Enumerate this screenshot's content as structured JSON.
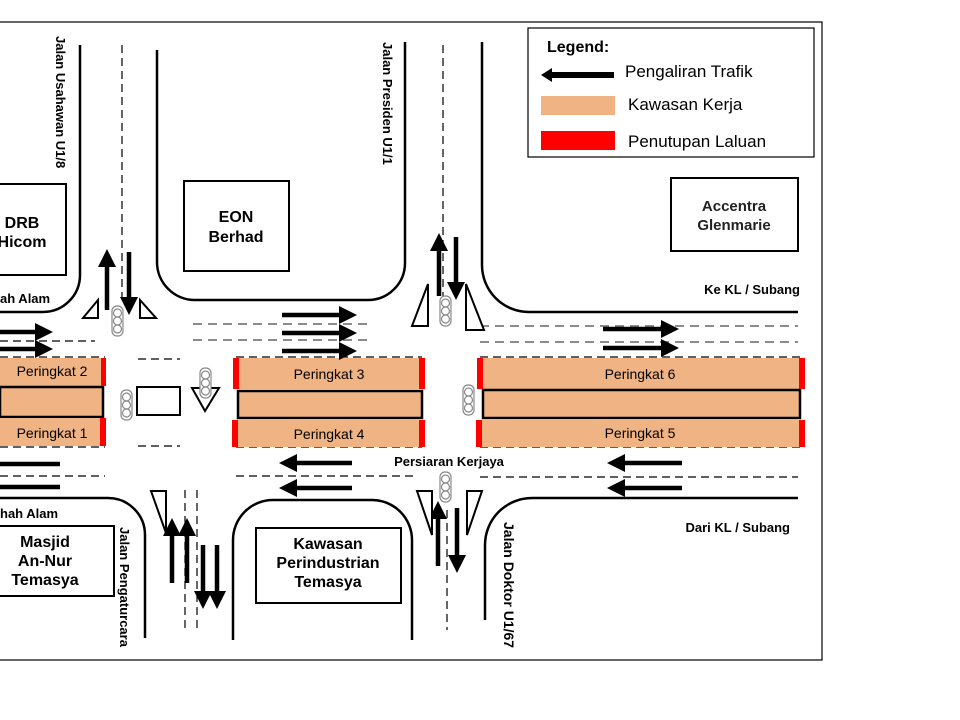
{
  "legend": {
    "title": "Legend:",
    "items": [
      {
        "label": "Pengaliran Trafik",
        "symbol": "arrow",
        "color": "#000000"
      },
      {
        "label": "Kawasan Kerja",
        "symbol": "fill",
        "color": "#F0B384"
      },
      {
        "label": "Penutupan Laluan",
        "symbol": "fill",
        "color": "#FF0000"
      }
    ]
  },
  "buildings": {
    "drb": [
      "DRB",
      "Hicom"
    ],
    "eon": [
      "EON",
      "Berhad"
    ],
    "accentra": [
      "Accentra",
      "Glenmarie"
    ],
    "masjid": [
      "Masjid",
      "An-Nur",
      "Temasya"
    ],
    "kawasan": [
      "Kawasan",
      "Perindustrian",
      "Temasya"
    ]
  },
  "roads": {
    "usahawan": "Jalan Usahawan U1/8",
    "presiden": "Jalan Presiden U1/1",
    "pengaturcara": "Jalan Pengaturcara",
    "doktor": "Jalan Doktor U1/67",
    "shah_alam_top": "ah Alam",
    "shah_alam_bottom": "hah Alam",
    "ke_kl": "Ke KL / Subang",
    "dari_kl": "Dari KL / Subang",
    "persiaran": "Persiaran Kerjaya"
  },
  "phases": {
    "p1": "Peringkat 1",
    "p2": "Peringkat 2",
    "p3": "Peringkat 3",
    "p4": "Peringkat 4",
    "p5": "Peringkat 5",
    "p6": "Peringkat 6"
  }
}
